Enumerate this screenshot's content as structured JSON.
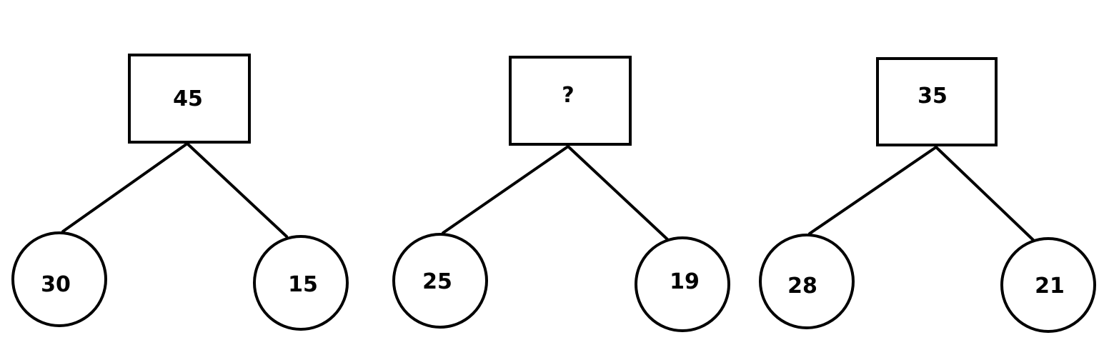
{
  "colors": {
    "background": "#ffffff",
    "stroke": "#000000",
    "text": "#000000"
  },
  "trees": [
    {
      "top": "45",
      "left": "30",
      "right": "15"
    },
    {
      "top": "?",
      "left": "25",
      "right": "19"
    },
    {
      "top": "35",
      "left": "28",
      "right": "21"
    }
  ]
}
